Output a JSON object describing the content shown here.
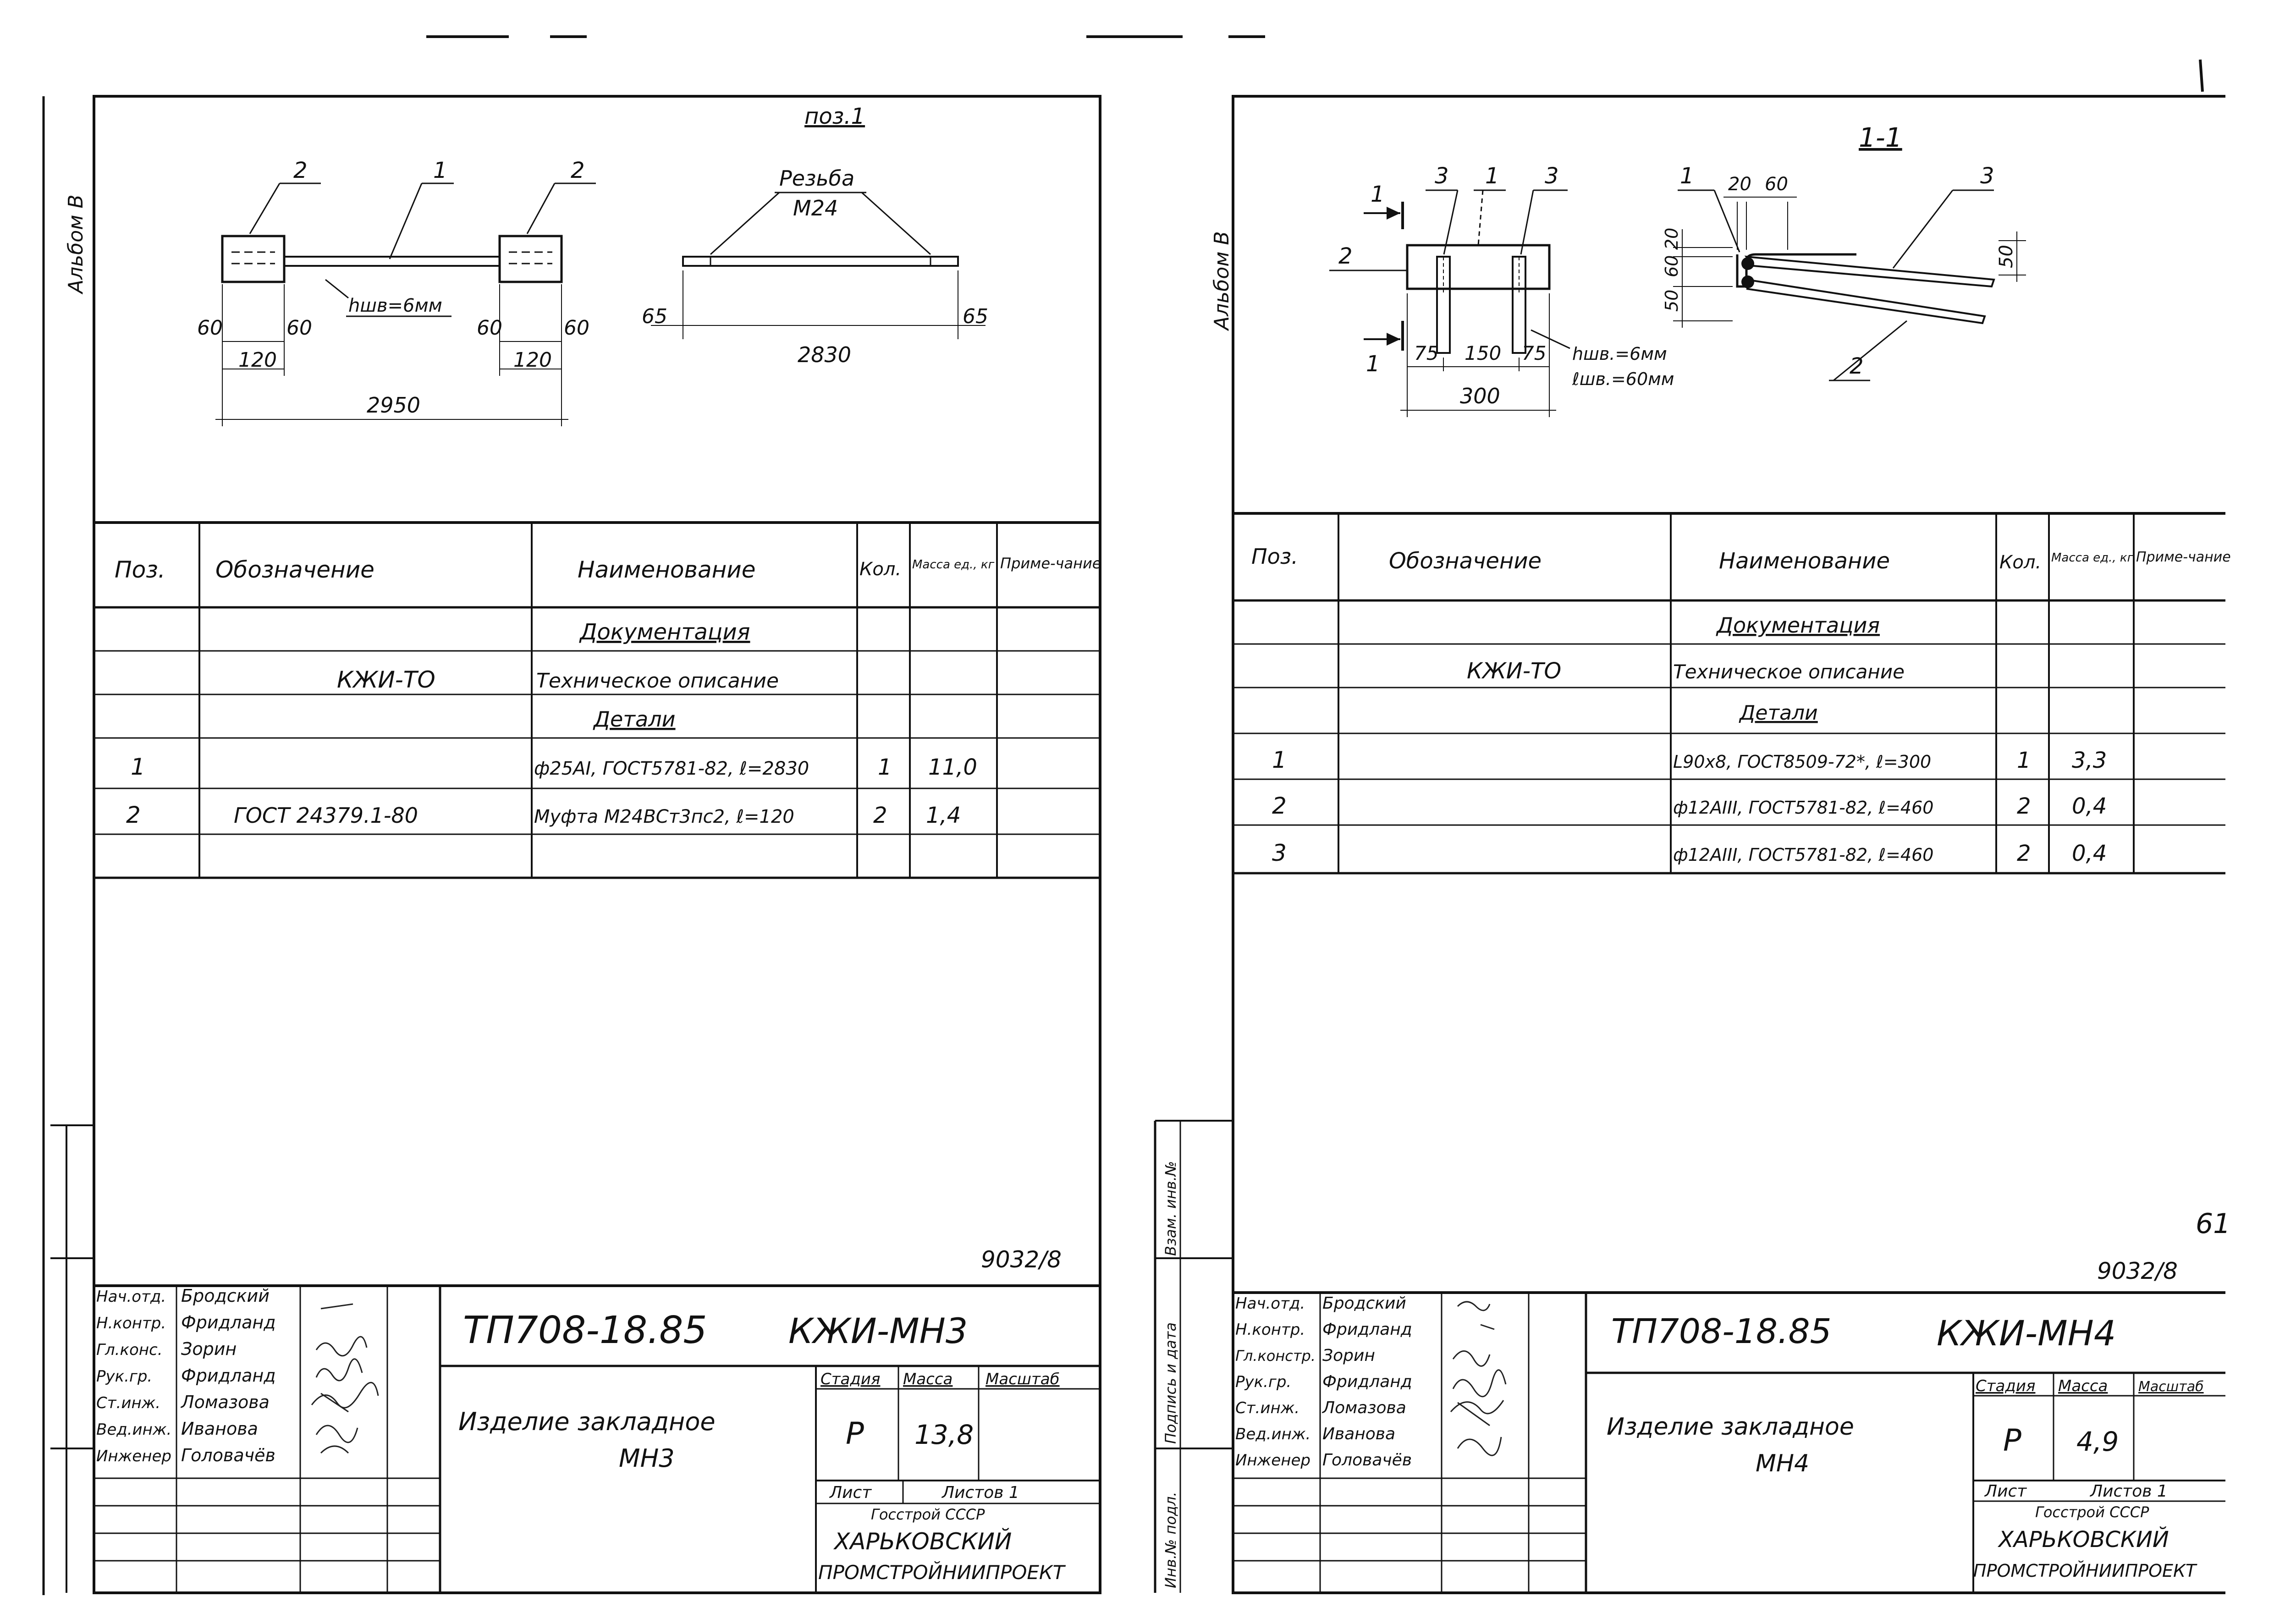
{
  "sheet_left": {
    "album": "Альбом В",
    "section_title": "поз.1",
    "draw_left": {
      "callouts": [
        "2",
        "1",
        "2"
      ],
      "weld": "hшв=6мм",
      "dims": [
        "60",
        "60",
        "120",
        "60",
        "60",
        "120",
        "2950"
      ]
    },
    "draw_right": {
      "thread_label": "Резьба",
      "thread_size": "М24",
      "dims": [
        "65",
        "2830",
        "65"
      ]
    },
    "table": {
      "headers": [
        "Поз.",
        "Обозначение",
        "Наименование",
        "Кол.",
        "Масса ед., кг",
        "Приме-чание"
      ],
      "rows": [
        [
          "",
          "",
          "Документация",
          "",
          "",
          ""
        ],
        [
          "",
          "КЖИ-ТО",
          "Техническое описание",
          "",
          "",
          ""
        ],
        [
          "",
          "",
          "Детали",
          "",
          "",
          ""
        ],
        [
          "1",
          "",
          "ф25АI, ГОСТ5781-82, ℓ=2830",
          "1",
          "11,0",
          ""
        ],
        [
          "2",
          "ГОСТ 24379.1-80",
          "Муфта М24ВСт3пс2, ℓ=120",
          "2",
          "1,4",
          ""
        ],
        [
          "",
          "",
          "",
          "",
          "",
          ""
        ]
      ]
    },
    "sheet_code": "9032/8",
    "stamp": {
      "roles": [
        "Нач.отд.",
        "Н.контр.",
        "Гл.конс.",
        "Рук.гр.",
        "Ст.инж.",
        "Вед.инж.",
        "Инженер"
      ],
      "names": [
        "Бродский",
        "Фридланд",
        "Зорин",
        "Фридланд",
        "Ломазова",
        "Иванова",
        "Головачёв"
      ],
      "doc_number": "ТП708-18.85",
      "doc_code": "КЖИ-МН3",
      "title_line1": "Изделие закладное",
      "title_line2": "МН3",
      "col_stage": "Стадия",
      "col_mass": "Масса",
      "col_scale": "Масштаб",
      "stage": "Р",
      "mass": "13,8",
      "sheet_label": "Лист",
      "sheets_label": "Листов 1",
      "org1": "Госстрой СССР",
      "org2": "ХАРЬКОВСКИЙ",
      "org3": "ПРОМСТРОЙНИИПРОЕКТ"
    }
  },
  "sheet_right": {
    "album": "Альбом В",
    "page_number": "61",
    "draw_left": {
      "callouts": [
        "3",
        "1",
        "3",
        "2",
        "1",
        "1"
      ],
      "dims": [
        "75",
        "150",
        "75",
        "300"
      ],
      "weld1": "hшв.=6мм",
      "weld2": "ℓшв.=60мм"
    },
    "draw_right": {
      "section_title": "1-1",
      "callouts": [
        "1",
        "3",
        "2"
      ],
      "dims": [
        "20",
        "60",
        "20",
        "60",
        "50",
        "50"
      ]
    },
    "table": {
      "headers": [
        "Поз.",
        "Обозначение",
        "Наименование",
        "Кол.",
        "Масса ед., кг",
        "Приме-чание"
      ],
      "rows": [
        [
          "",
          "",
          "Документация",
          "",
          "",
          ""
        ],
        [
          "",
          "КЖИ-ТО",
          "Техническое описание",
          "",
          "",
          ""
        ],
        [
          "",
          "",
          "Детали",
          "",
          "",
          ""
        ],
        [
          "1",
          "",
          "L90x8, ГОСТ8509-72*, ℓ=300",
          "1",
          "3,3",
          ""
        ],
        [
          "2",
          "",
          "ф12АIII, ГОСТ5781-82, ℓ=460",
          "2",
          "0,4",
          ""
        ],
        [
          "3",
          "",
          "ф12АIII, ГОСТ5781-82, ℓ=460",
          "2",
          "0,4",
          ""
        ]
      ]
    },
    "side_labels": [
      "Взам. инв.№",
      "Подпись и дата",
      "Инв.№ подл."
    ],
    "sheet_code": "9032/8",
    "stamp": {
      "roles": [
        "Нач.отд.",
        "Н.контр.",
        "Гл.констр.",
        "Рук.гр.",
        "Ст.инж.",
        "Вед.инж.",
        "Инженер"
      ],
      "names": [
        "Бродский",
        "Фридланд",
        "Зорин",
        "Фридланд",
        "Ломазова",
        "Иванова",
        "Головачёв"
      ],
      "doc_number": "ТП708-18.85",
      "doc_code": "КЖИ-МН4",
      "title_line1": "Изделие закладное",
      "title_line2": "МН4",
      "col_stage": "Стадия",
      "col_mass": "Масса",
      "col_scale": "Масштаб",
      "stage": "Р",
      "mass": "4,9",
      "sheet_label": "Лист",
      "sheets_label": "Листов 1",
      "org1": "Госстрой СССР",
      "org2": "ХАРЬКОВСКИЙ",
      "org3": "ПРОМСТРОЙНИИПРОЕКТ"
    }
  }
}
